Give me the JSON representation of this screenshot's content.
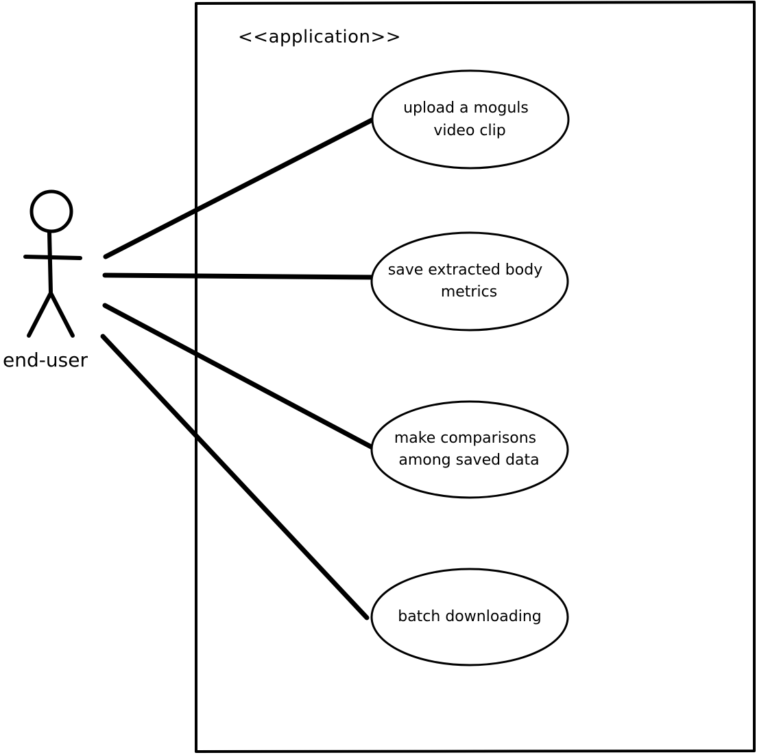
{
  "system": {
    "stereotype": "<<application>>"
  },
  "actor": {
    "name": "end-user",
    "icon": "stick-figure-icon"
  },
  "use_cases": [
    {
      "id": "upload",
      "lines": [
        "upload a moguls",
        "video clip"
      ]
    },
    {
      "id": "save",
      "lines": [
        "save extracted body",
        "metrics"
      ]
    },
    {
      "id": "compare",
      "lines": [
        "make comparisons",
        "among saved data"
      ]
    },
    {
      "id": "batch",
      "lines": [
        "batch downloading"
      ]
    }
  ],
  "colors": {
    "ink": "#000000",
    "background": "#ffffff"
  }
}
